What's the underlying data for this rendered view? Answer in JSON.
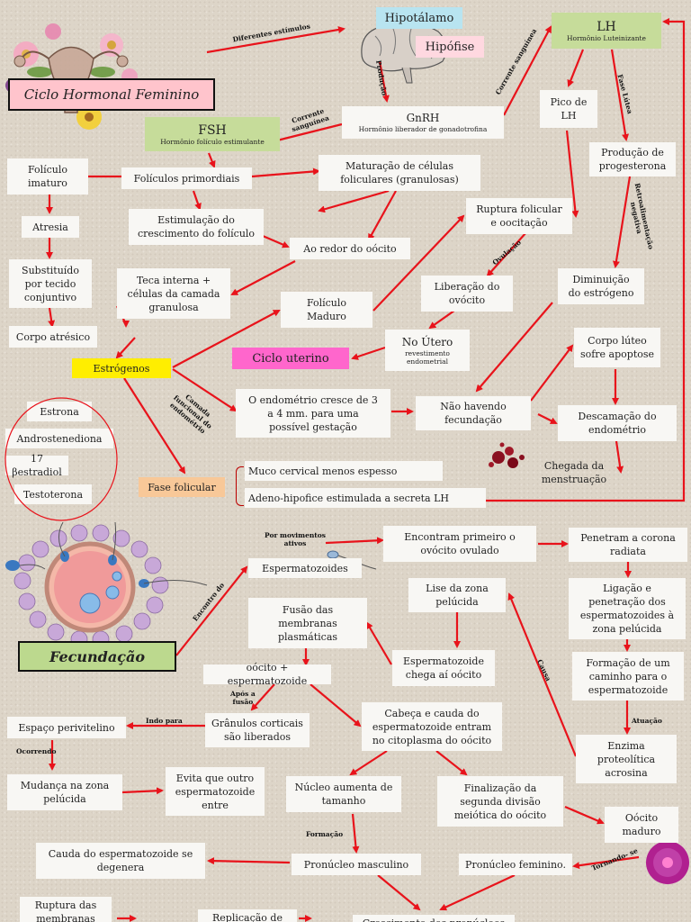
{
  "titles": {
    "ciclo_hormonal": "Ciclo Hormonal Feminino",
    "fecundacao": "Fecundação"
  },
  "nodes": {
    "hipotalamo": "Hipotálamo",
    "hipofise": "Hipófise",
    "lh": "LH",
    "lh_sub": "Hormônio Luteinizante",
    "fsh": "FSH",
    "fsh_sub": "Hormônio folículo estimulante",
    "gnrh": "GnRH",
    "gnrh_sub": "Hormônio liberador de gonadotrofina",
    "pico_lh": "Pico de\nLH",
    "producao_progesterona": "Produção de\nprogesterona",
    "foliculo_imaturo": "Folículo\nimaturo",
    "foliculos_primordiais": "Folículos primordiais",
    "maturacao": "Maturação de células\nfoliculares (granulosas)",
    "atresia": "Atresia",
    "estimulacao": "Estimulação do\ncrescimento do folículo",
    "ruptura_folicular": "Ruptura folicular\ne oocitação",
    "ao_redor": "Ao redor do oócito",
    "substituido": "Substituído\npor tecido\nconjuntivo",
    "teca_interna": "Teca interna +\ncélulas da camada\ngranulosa",
    "diminuicao_estrogeno": "Diminuição\ndo estrógeno",
    "liberacao_ovocito": "Liberação do\novócito",
    "foliculo_maduro": "Folículo\nMaduro",
    "corpo_atresico": "Corpo atrésico",
    "no_utero": "No Útero",
    "no_utero_sub": "revestimento\nendometrial",
    "corpo_luteo": "Corpo lúteo\nsofre apoptose",
    "ciclo_uterino": "Ciclo uterino",
    "estrogenos": "Estrógenos",
    "endometrio_cresce": "O endométrio cresce de 3\na 4 mm. para uma\npossível gestação",
    "nao_havendo": "Não havendo\nfecundação",
    "descamacao": "Descamação do\nendométrio",
    "estrona": "Estrona",
    "androstenediona": "Androstenediona",
    "estradiol": "17 βestradiol",
    "testoterona": "Testoterona",
    "chegada_menstruacao": "Chegada da\nmenstruação",
    "muco_cervical": "Muco cervical menos espesso",
    "fase_folicular": "Fase folicular",
    "adeno_hipofice": "Adeno-hipofice estimulada a  secreta LH",
    "encontram": "Encontram primeiro o\novócito ovulado",
    "penetram": "Penetram a corona\nradiata",
    "espermatozoides": "Espermatozoides",
    "lise": "Lise da zona\npelúcida",
    "ligacao": "Ligação e\npenetração dos\nespermatozoides à\nzona pelúcida",
    "fusao": "Fusão das\nmembranas\nplasmáticas",
    "esperm_chega": "Espermatozoide\nchega aí oócito",
    "formacao_caminho": "Formação de um\ncaminho para o\nespermatozoide",
    "oocito_esperm": "oócito + espermatozoide",
    "cabeca_cauda": "Cabeça e cauda do\nespermatozoide entram\nno citoplasma do oócito",
    "espaco_perivitelino": "Espaço perivitelino",
    "granulos": "Grânulos corticais\nsão liberados",
    "enzima": "Enzima\nproteolítica\nacrosina",
    "mudanca": "Mudança na zona\npelúcida",
    "evita": "Evita que outro\nespermatozoide\nentre",
    "nucleo": "Núcleo aumenta de\ntamanho",
    "finalizacao": "Finalização da\nsegunda divisão\nmeiótica do oócito",
    "oocito_maduro": "Oócito\nmaduro",
    "cauda_degenera": "Cauda do espermatozoide se\ndegenera",
    "pronucleo_masc": "Pronúcleo masculino",
    "pronucleo_fem": "Pronúcleo feminino.",
    "ruptura_membranas": "Ruptura das\nmembranas",
    "replicacao": "Replicação de",
    "bottom_partial": "Crescimento dos pronúcleos"
  },
  "labels": {
    "diferentes_estimulos": "Diferentes estímulos",
    "producao": "Produção",
    "corrente_sanguinea_1": "Corrente sanguínea",
    "corrente_sanguinea_2": "Corrente\nsanguínea",
    "fase_lutea": "Fase Lútea",
    "retroalimentacao": "Retroalimentação\nnegativa",
    "ovulacao": "Ovulação",
    "camada_funcional": "Camada\nfuncional do\nendométrio",
    "por_movimentos": "Por movimentos\nativos",
    "encontro_do": "Encontro do",
    "causa": "Causa",
    "apos_fusao": "Após a\nfusão",
    "indo_para": "Indo para",
    "atuacao": "Atuação",
    "ocorrendo": "Ocorrendo",
    "formacao": "Formação",
    "tornando_se": "Tornando- se"
  },
  "colors": {
    "arrow": "#e8131b",
    "node_bg": "#f8f7f4",
    "lh_fsh_bg": "#c6dc9a",
    "hipotalamo_bg": "#b8e4f0",
    "hipofise_bg": "#ffd8e0",
    "ciclo_uterino_bg": "#ff66cc",
    "estrogenos_bg": "#ffee00",
    "fase_folicular_bg": "#f8c898",
    "page_bg": "#ddd5c8"
  },
  "icons": [
    "flower-uterus-illustration",
    "brain-illustration",
    "sperm-icon",
    "fertilization-cell-illustration",
    "blood-drops-icon",
    "mature-oocyte-icon"
  ]
}
